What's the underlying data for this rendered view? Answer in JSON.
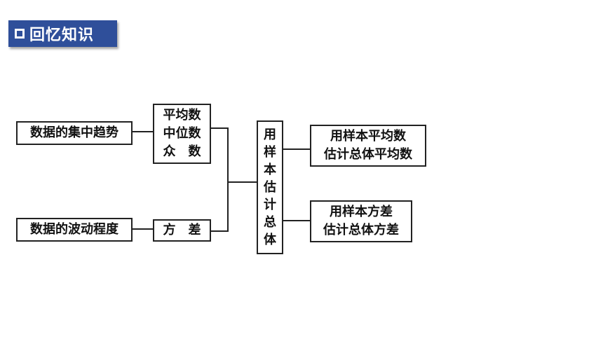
{
  "header": {
    "title": "回忆知识"
  },
  "diagram": {
    "concentration_tendency": "数据的集中趋势",
    "measures": [
      "平均数",
      "中位数",
      "众　数"
    ],
    "dispersion": "数据的波动程度",
    "variance": "方　差",
    "center": [
      "用",
      "样",
      "本",
      "估",
      "计",
      "总",
      "体"
    ],
    "mean_estimate": [
      "用样本平均数",
      "估计总体平均数"
    ],
    "variance_estimate": [
      "用样本方差",
      "估计总体方差"
    ]
  }
}
